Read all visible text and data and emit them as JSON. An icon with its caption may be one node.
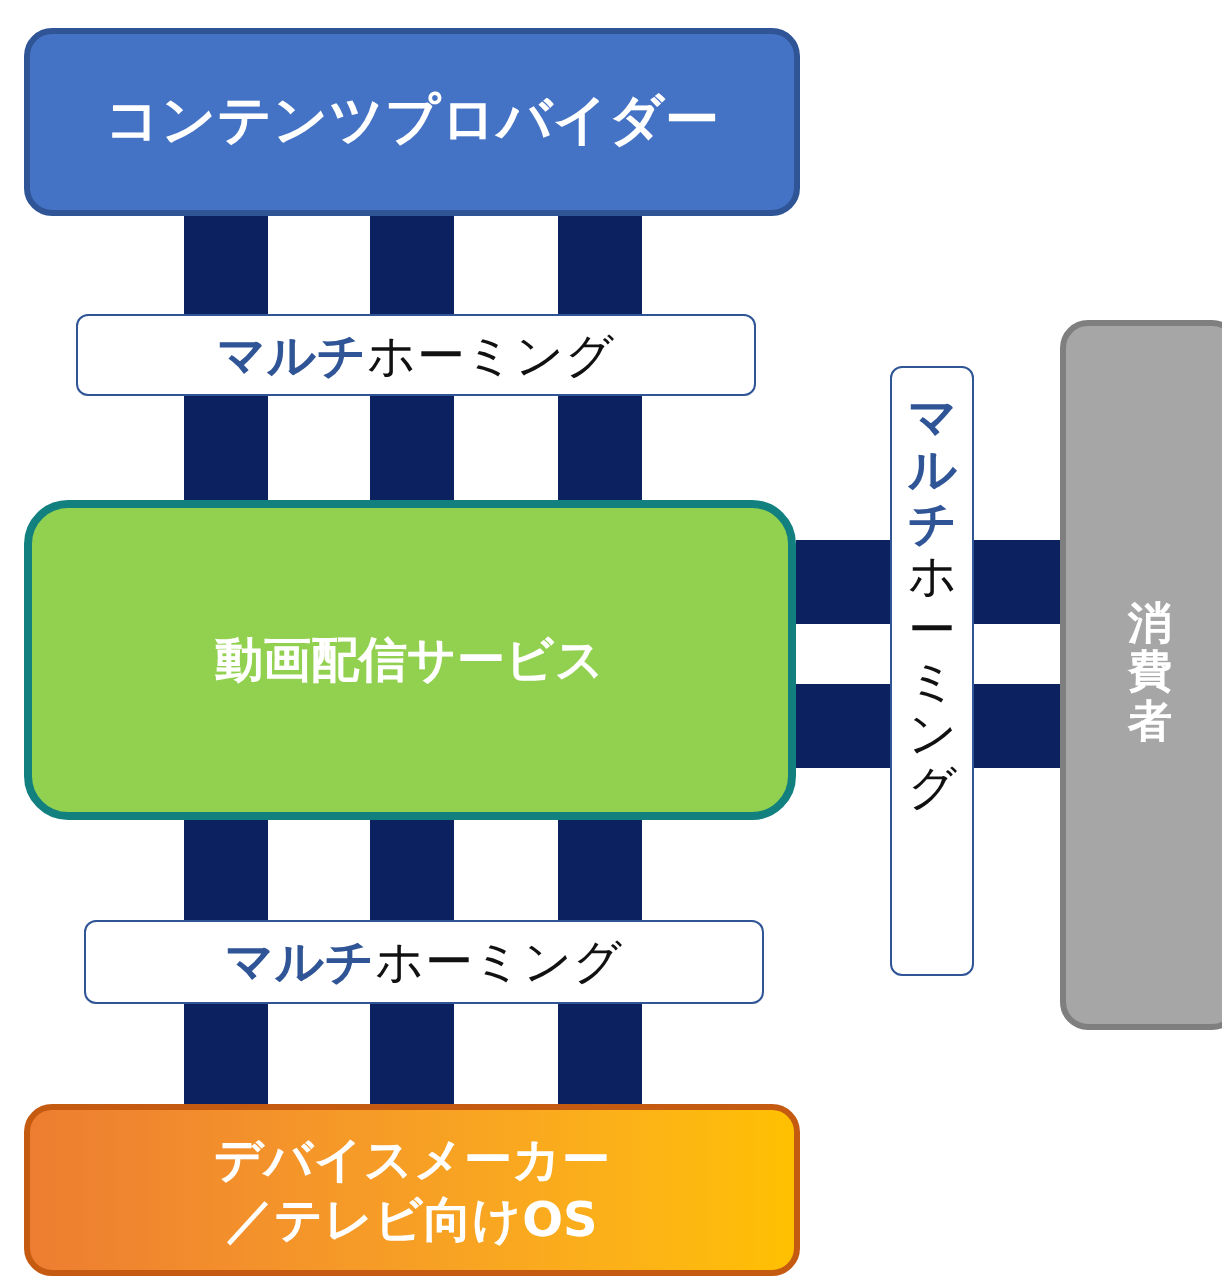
{
  "diagram": {
    "nodes": [
      {
        "text": [
          "コンテンツプロバイダー"
        ]
      },
      {
        "text": [
          "動画配信サービス"
        ]
      },
      {
        "text": [
          "デバイスメーカー／テレビ向けOS"
        ]
      },
      {
        "text": [
          "消費者"
        ]
      }
    ],
    "edges": [
      {
        "from": 0,
        "to": 1,
        "arrow": "none"
      },
      {
        "from": 0,
        "to": 1,
        "arrow": "none"
      },
      {
        "from": 0,
        "to": 1,
        "arrow": "none"
      },
      {
        "from": 1,
        "to": 2,
        "arrow": "none"
      },
      {
        "from": 1,
        "to": 2,
        "arrow": "none"
      },
      {
        "from": 1,
        "to": 2,
        "arrow": "none"
      },
      {
        "from": 1,
        "to": 3,
        "arrow": "none"
      },
      {
        "from": 1,
        "to": 3,
        "arrow": "none"
      }
    ],
    "labels": [
      "**マルチ**ホーミング",
      "**マルチ**ホーミング",
      "**マルチ**ホーミング"
    ]
  }
}
